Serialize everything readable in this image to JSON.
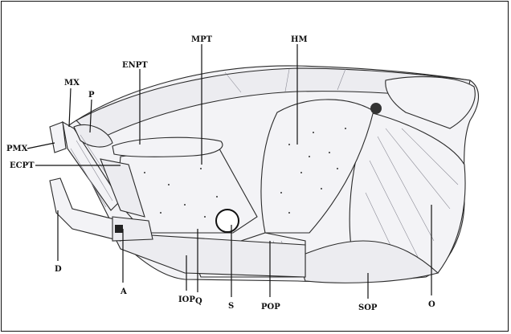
{
  "labels": {
    "MX": "MX",
    "P": "P",
    "ENPT": "ENPT",
    "MPT": "MPT",
    "HM": "HM",
    "PMX": "PMX",
    "ECPT": "ECPT",
    "D": "D",
    "A": "A",
    "IOP": "IOP",
    "Q": "Q",
    "S": "S",
    "POP": "POP",
    "SOP": "SOP",
    "O": "O"
  },
  "colors": {
    "ink": "#111111",
    "bone_fill": "#f3f3f6",
    "shading": "#8a8a95",
    "background": "#ffffff"
  }
}
